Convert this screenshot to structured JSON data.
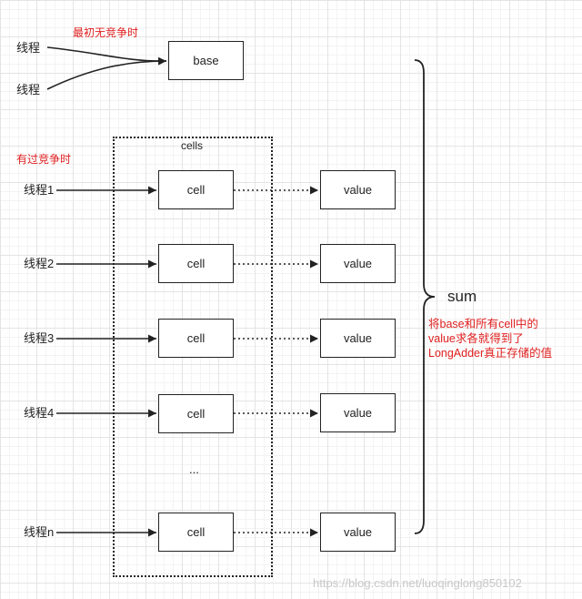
{
  "top": {
    "heading": "最初无竞争时",
    "thread_a": "线程",
    "thread_b": "线程",
    "base_label": "base"
  },
  "cells_section": {
    "heading": "有过竞争时",
    "frame_label": "cells",
    "ellipsis": "...",
    "rows": [
      {
        "thread": "线程1",
        "cell": "cell",
        "value": "value"
      },
      {
        "thread": "线程2",
        "cell": "cell",
        "value": "value"
      },
      {
        "thread": "线程3",
        "cell": "cell",
        "value": "value"
      },
      {
        "thread": "线程4",
        "cell": "cell",
        "value": "value"
      },
      {
        "thread": "线程n",
        "cell": "cell",
        "value": "value"
      }
    ]
  },
  "summary": {
    "sum_label": "sum",
    "note_lines": [
      "将base和所有cell中的",
      "value求各就得到了",
      "LongAdder真正存储的值"
    ]
  },
  "watermark": "https://blog.csdn.net/luoqinglong850102",
  "colors": {
    "annotation": "#e02020",
    "line": "#222222",
    "grid": "#e4e4e4"
  }
}
